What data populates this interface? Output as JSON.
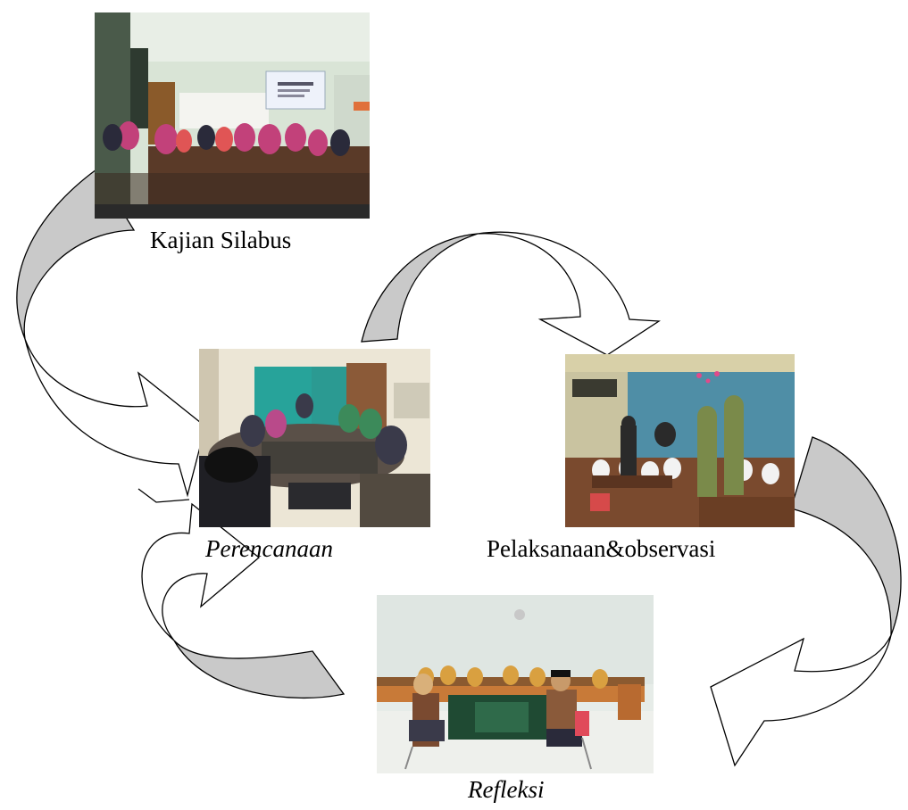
{
  "stages": [
    {
      "key": "kajian",
      "label": "Kajian Silabus",
      "italic": false,
      "photo": "classroom-workshop-photo"
    },
    {
      "key": "perencanaan",
      "label": "Perencanaan",
      "italic": true,
      "photo": "planning-meeting-photo"
    },
    {
      "key": "pelaksanaan",
      "label": "Pelaksanaan&observasi",
      "italic": false,
      "photo": "classroom-observation-photo"
    },
    {
      "key": "refleksi",
      "label": "Refleksi",
      "italic": true,
      "photo": "reflection-discussion-photo"
    }
  ],
  "arrow_colors": {
    "fill": "#c9c9c9",
    "light": "#ffffff",
    "stroke": "#000000"
  }
}
